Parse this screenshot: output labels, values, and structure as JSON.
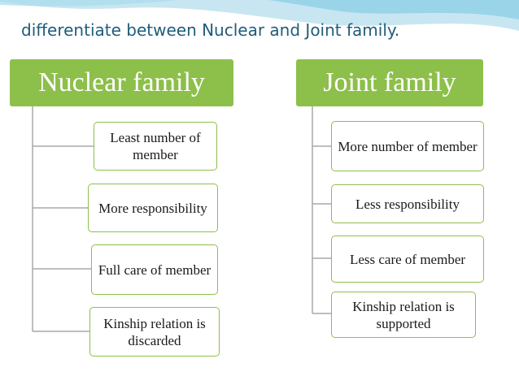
{
  "slide": {
    "title": "differentiate between Nuclear and Joint family.",
    "accent_color": "#8dbf4b",
    "title_color": "#1f5c7a"
  },
  "nuclear": {
    "header": "Nuclear family",
    "items": [
      "Least number of  member",
      "More responsibility",
      "Full care of member",
      "Kinship relation is discarded"
    ]
  },
  "joint": {
    "header": "Joint family",
    "items": [
      "More number of member",
      "Less responsibility",
      "Less care of member",
      "Kinship relation is supported"
    ]
  }
}
